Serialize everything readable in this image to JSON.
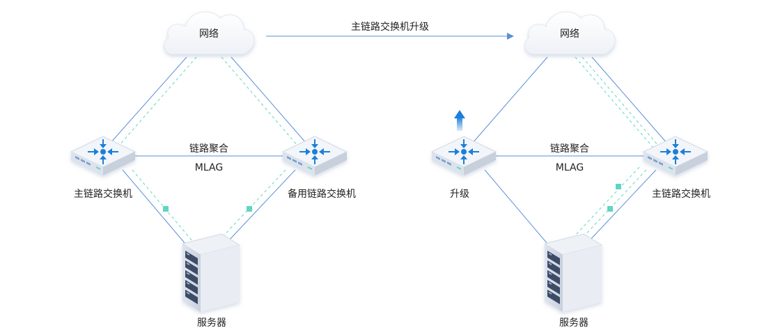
{
  "left_panel": {
    "cloud_label": "网络",
    "primary_switch_label": "主链路交换机",
    "backup_switch_label": "备用链路交换机",
    "link_label_top": "链路聚合",
    "link_label_bottom": "MLAG",
    "server_label": "服务器"
  },
  "transition": {
    "arrow_label": "主链路交换机升级"
  },
  "right_panel": {
    "cloud_label": "网络",
    "upgrading_switch_label": "升级",
    "primary_switch_label": "主链路交换机",
    "link_label_top": "链路聚合",
    "link_label_bottom": "MLAG",
    "server_label": "服务器"
  },
  "colors": {
    "solid_link": "#5b8fd6",
    "dashed_link": "#5fd6c4",
    "switch_accent": "#1c7fd8",
    "upgrade_arrow": "#1c7fd8"
  },
  "icons": [
    "cloud-icon",
    "switch-icon",
    "server-icon",
    "upload-arrow-icon"
  ]
}
